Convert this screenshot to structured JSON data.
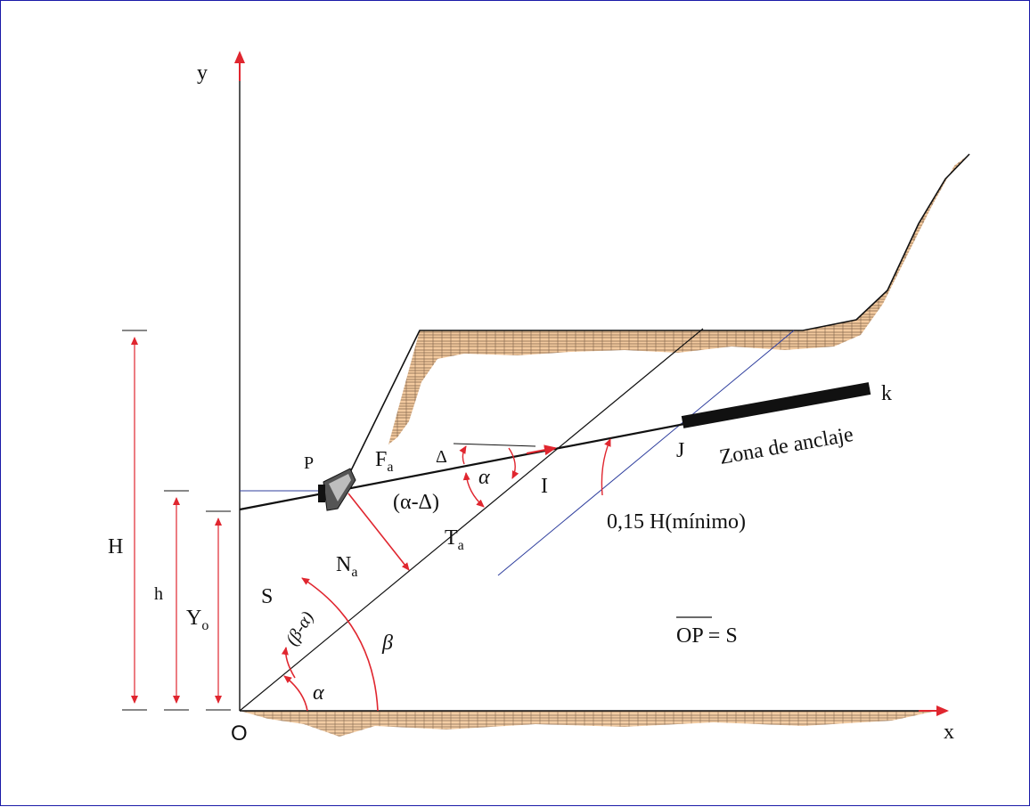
{
  "diagram": {
    "axis_labels": {
      "y": "y",
      "x": "x",
      "origin": "O"
    },
    "points": {
      "P": "P",
      "I": "I",
      "J": "J",
      "k": "k"
    },
    "forces": {
      "Fa_main": "F",
      "Fa_sub": "a",
      "Na_main": "N",
      "Na_sub": "a",
      "Ta_main": "T",
      "Ta_sub": "a"
    },
    "angles": {
      "delta": "Δ",
      "alpha": "α",
      "alpha_minus_delta": "(α-Δ)",
      "beta": "β",
      "beta_minus_alpha": "(β-α)"
    },
    "dimensions": {
      "H": "H",
      "h": "h",
      "Yo_main": "Y",
      "Yo_sub": "o",
      "S": "S"
    },
    "annotations": {
      "zona": "Zona de anclaje",
      "min_distance": "0,15 H(mínimo)",
      "op_bar": "OP",
      "op_rest": " = S"
    },
    "colors": {
      "frame": "#1a1aa8",
      "arrow": "#e0262f",
      "soil": "#f2c79a",
      "soil_hatch": "#7a5a40",
      "blue_line": "#2f3f9e",
      "anchor": "#111111"
    }
  }
}
